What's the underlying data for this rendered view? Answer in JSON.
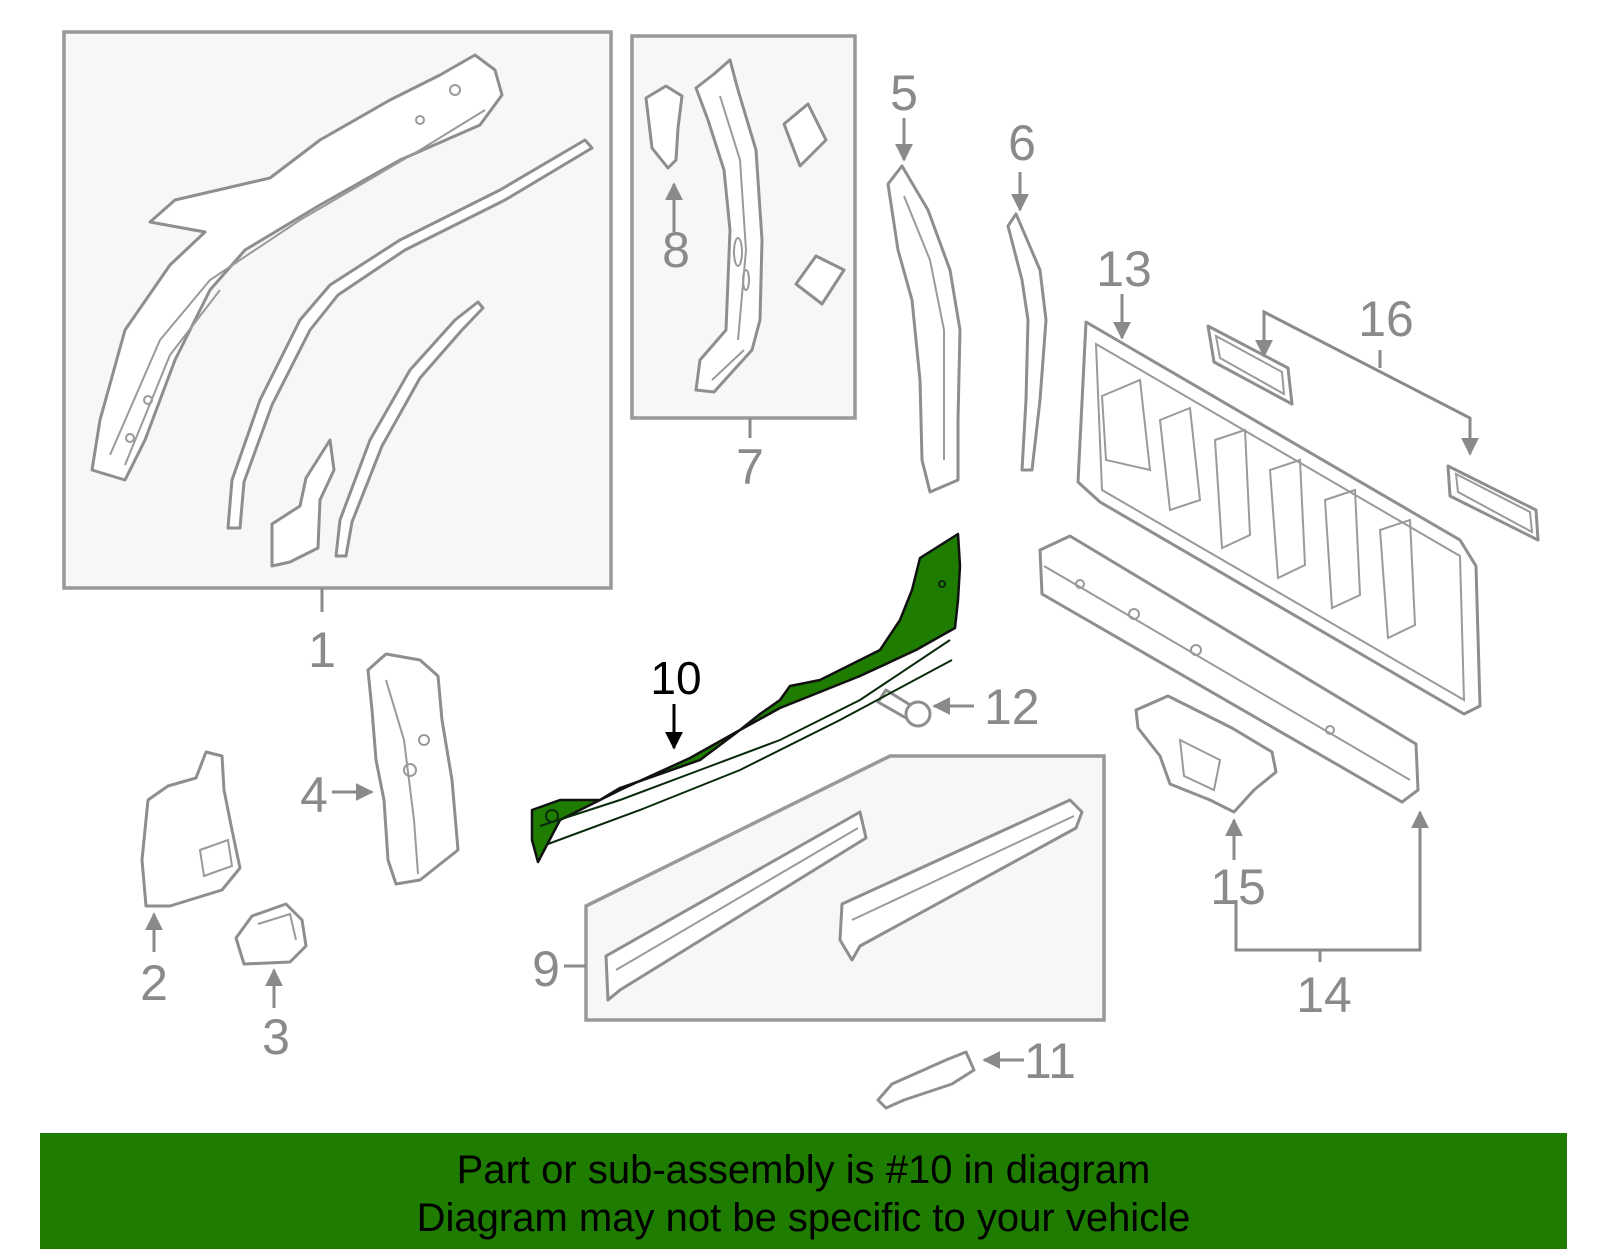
{
  "colors": {
    "highlight": "#1e7d00",
    "banner": "#1e7d00",
    "line": "#8e8e8e"
  },
  "callouts": {
    "c1": "1",
    "c2": "2",
    "c3": "3",
    "c4": "4",
    "c5": "5",
    "c6": "6",
    "c7": "7",
    "c8": "8",
    "c9": "9",
    "c10": "10",
    "c11": "11",
    "c12": "12",
    "c13": "13",
    "c14": "14",
    "c15": "15",
    "c16": "16"
  },
  "banner": {
    "line1": "Part or sub-assembly is #10 in diagram",
    "line2": "Diagram may not be specific to your vehicle"
  }
}
